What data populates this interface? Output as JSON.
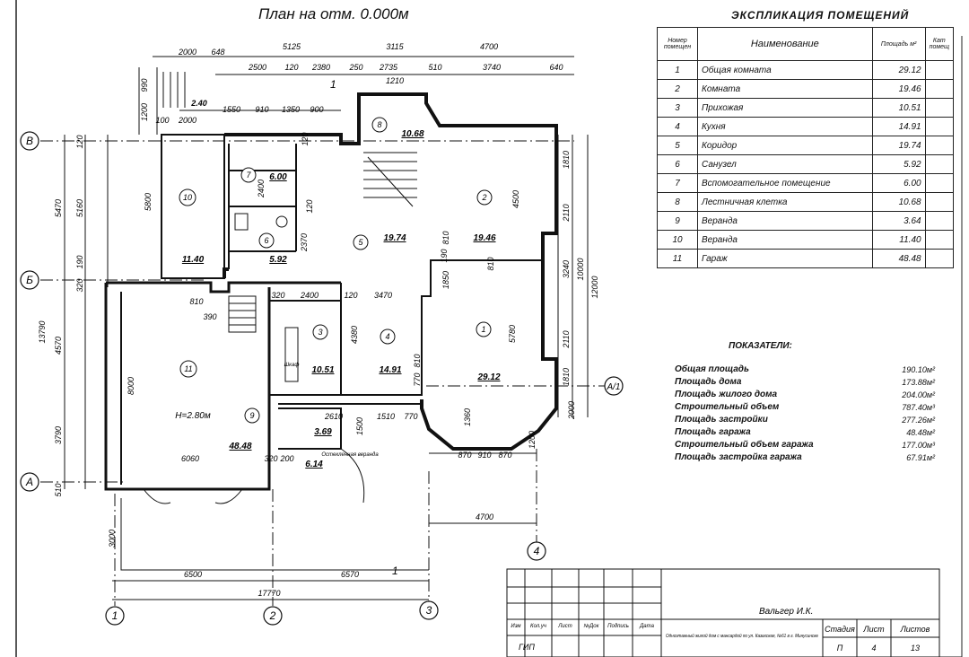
{
  "title": "План на отм. 0.000м",
  "explication": {
    "title": "ЭКСПЛИКАЦИЯ ПОМЕЩЕНИЙ",
    "headers": {
      "num": "Номер помещен",
      "name": "Наименование",
      "area": "Площадь м²",
      "cat": "Кат помещ"
    },
    "rows": [
      {
        "num": "1",
        "name": "Общая комната",
        "area": "29.12"
      },
      {
        "num": "2",
        "name": "Комната",
        "area": "19.46"
      },
      {
        "num": "3",
        "name": "Прихожая",
        "area": "10.51"
      },
      {
        "num": "4",
        "name": "Кухня",
        "area": "14.91"
      },
      {
        "num": "5",
        "name": "Коридор",
        "area": "19.74"
      },
      {
        "num": "6",
        "name": "Санузел",
        "area": "5.92"
      },
      {
        "num": "7",
        "name": "Вспомогательное помещение",
        "area": "6.00"
      },
      {
        "num": "8",
        "name": "Лестничная клетка",
        "area": "10.68"
      },
      {
        "num": "9",
        "name": "Веранда",
        "area": "3.64"
      },
      {
        "num": "10",
        "name": "Веранда",
        "area": "11.40"
      },
      {
        "num": "11",
        "name": "Гараж",
        "area": "48.48"
      }
    ]
  },
  "indicators": {
    "title": "ПОКАЗАТЕЛИ:",
    "rows": [
      {
        "label": "Общая площадь",
        "value": "190.10м²"
      },
      {
        "label": "Площадь дома",
        "value": "173.88м²"
      },
      {
        "label": "Площадь жилого дома",
        "value": "204.00м²"
      },
      {
        "label": "Строительный объем",
        "value": "787.40м³"
      },
      {
        "label": "Площадь застройки",
        "value": "277.26м²"
      },
      {
        "label": "Площадь гаража",
        "value": "48.48м²"
      },
      {
        "label": "Строительный объем гаража",
        "value": "177.00м³"
      },
      {
        "label": "Площадь застройка гаража",
        "value": "67.91м²"
      }
    ]
  },
  "axes": {
    "a": "А",
    "b": "Б",
    "v": "В",
    "a1": "А/1",
    "n1": "1",
    "n2": "2",
    "n3": "3",
    "n4": "4"
  },
  "dims_top": [
    "2000",
    "648",
    "5125",
    "3115",
    "4700",
    "2500",
    "120",
    "2380",
    "250",
    "2735",
    "510",
    "3740",
    "640",
    "1210",
    "1550",
    "910",
    "1350",
    "900",
    "100",
    "2000",
    "2.40"
  ],
  "dims_left": [
    "990",
    "1200",
    "5470",
    "5160",
    "5800",
    "13790",
    "320",
    "190",
    "4570",
    "8000",
    "3790",
    "510",
    "3000",
    "120"
  ],
  "dims_right": [
    "1810",
    "2110",
    "4500",
    "3240",
    "10000",
    "12000",
    "2110",
    "1810",
    "2000"
  ],
  "dims_bottom": [
    "6500",
    "6570",
    "17770",
    "4700",
    "870",
    "910",
    "870",
    "6060",
    "320",
    "200",
    "1510",
    "770",
    "1360",
    "2610",
    "1500",
    "1200"
  ],
  "inner_dims": [
    "810",
    "390",
    "320",
    "2400",
    "120",
    "3470",
    "4380",
    "1850",
    "5780",
    "810",
    "770",
    "810",
    "2400",
    "2370",
    "120",
    "190",
    "810",
    "120"
  ],
  "areas": [
    "29.12",
    "19.46",
    "10.51",
    "14.91",
    "19.74",
    "5.92",
    "6.00",
    "10.68",
    "3.69",
    "11.40",
    "48.48",
    "6.14"
  ],
  "room_numbers": [
    "1",
    "2",
    "3",
    "4",
    "5",
    "6",
    "7",
    "8",
    "9",
    "10",
    "11"
  ],
  "height_label": "H=2.80м",
  "wardrobe": "Шкаф",
  "veranda_note": "Остекленная веранда",
  "section_mark": "1",
  "stamp": {
    "author": "Вальгер И.К.",
    "header_cols": [
      "Изм",
      "Кол.уч",
      "Лист",
      "№Док",
      "Подпись",
      "Дата"
    ],
    "gip": "ГИП",
    "project": "Одноэтажный жилой дом с мансардой по ул. Казахская, №61 в г. Минусинске",
    "stage_labels": [
      "Стадия",
      "Лист",
      "Листов"
    ],
    "stage_values": [
      "П",
      "4",
      "13"
    ]
  }
}
